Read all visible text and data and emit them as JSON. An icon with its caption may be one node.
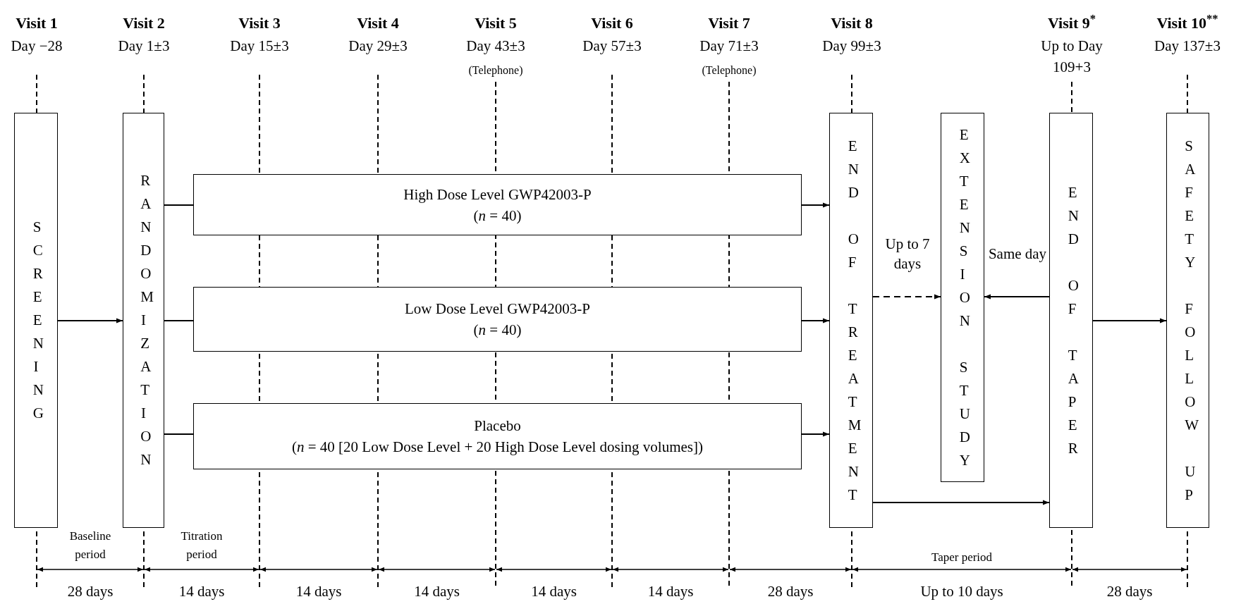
{
  "diagram": {
    "nodes": [
      {
        "text": [
          "SCREENING"
        ]
      },
      {
        "text": [
          "RANDOMIZATION"
        ]
      },
      {
        "text": [
          "High Dose Level GWP42003-P",
          "(*n* = 40)"
        ]
      },
      {
        "text": [
          "Low Dose Level GWP42003-P",
          "(*n* = 40)"
        ]
      },
      {
        "text": [
          "Placebo",
          "(*n* = 40 [20 Low Dose Level + 20 High Dose Level dosing volumes])"
        ]
      },
      {
        "text": [
          "END OF TREATMENT"
        ]
      },
      {
        "text": [
          "EXTENSION STUDY"
        ]
      },
      {
        "text": [
          "END OF TAPER"
        ]
      },
      {
        "text": [
          "SAFETY FOLLOW UP"
        ]
      }
    ],
    "edges": [
      {
        "from": 0,
        "to": 1,
        "arrow": "to"
      },
      {
        "from": 1,
        "to": 2,
        "arrow": "none"
      },
      {
        "from": 1,
        "to": 3,
        "arrow": "none"
      },
      {
        "from": 1,
        "to": 4,
        "arrow": "none"
      },
      {
        "from": 2,
        "to": 5,
        "arrow": "to"
      },
      {
        "from": 3,
        "to": 5,
        "arrow": "to"
      },
      {
        "from": 4,
        "to": 5,
        "arrow": "to"
      },
      {
        "from": 5,
        "to": 6,
        "arrow": "to",
        "label": "Up to 7 days",
        "style": "dashed"
      },
      {
        "from": 7,
        "to": 6,
        "arrow": "to",
        "label": "Same day"
      },
      {
        "from": 5,
        "to": 7,
        "arrow": "to"
      },
      {
        "from": 7,
        "to": 8,
        "arrow": "to"
      }
    ],
    "labels": [
      "Visit 1",
      "Day −28",
      "Visit 2",
      "Day 1±3",
      "Visit 3",
      "Day 15±3",
      "Visit 4",
      "Day 29±3",
      "Visit 5",
      "Day 43±3",
      "(Telephone)",
      "Visit 6",
      "Day 57±3",
      "Visit 7",
      "Day 71±3",
      "(Telephone)",
      "Visit 8",
      "Day 99±3",
      "Visit 9$^{*}$",
      "Up to Day 109+3",
      "Visit 10$^{**}$",
      "Day 137±3",
      "Baseline period",
      "Titration period",
      "Taper period",
      "28 days",
      "14 days",
      "14 days",
      "14 days",
      "14 days",
      "14 days",
      "28 days",
      "Up to 10 days",
      "28 days"
    ]
  }
}
